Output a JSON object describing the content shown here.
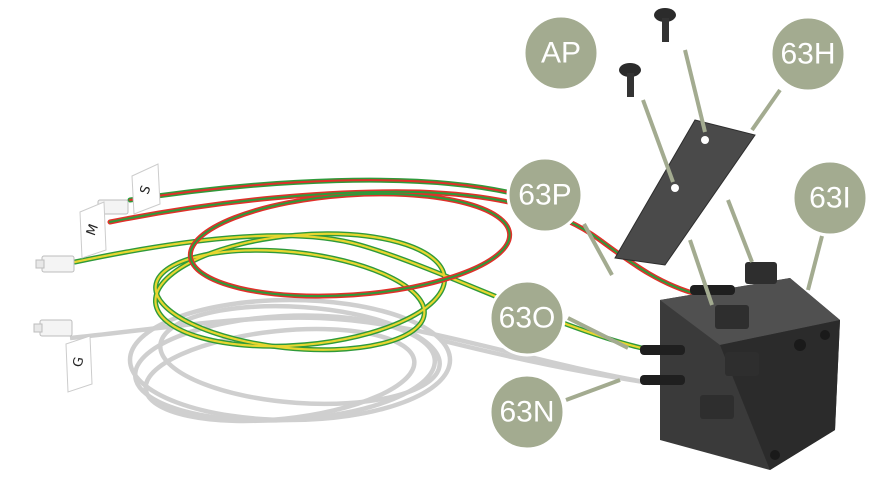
{
  "callouts": {
    "ap": "AP",
    "h63": "63H",
    "p63": "63P",
    "i63": "63I",
    "o63": "63O",
    "n63": "63N"
  },
  "wire_tags": {
    "s": "S",
    "m": "M",
    "g": "G"
  },
  "colors": {
    "callout_fill": "#a3ab90",
    "callout_border": "#ffffff",
    "leader": "#a3ab90",
    "wire_green": "#2f9a3a",
    "wire_red": "#e0302a",
    "wire_yellow": "#e8d630",
    "wire_grey": "#c8c8c8",
    "plate": "#4a4a4a",
    "block": "#3a3a3a"
  }
}
